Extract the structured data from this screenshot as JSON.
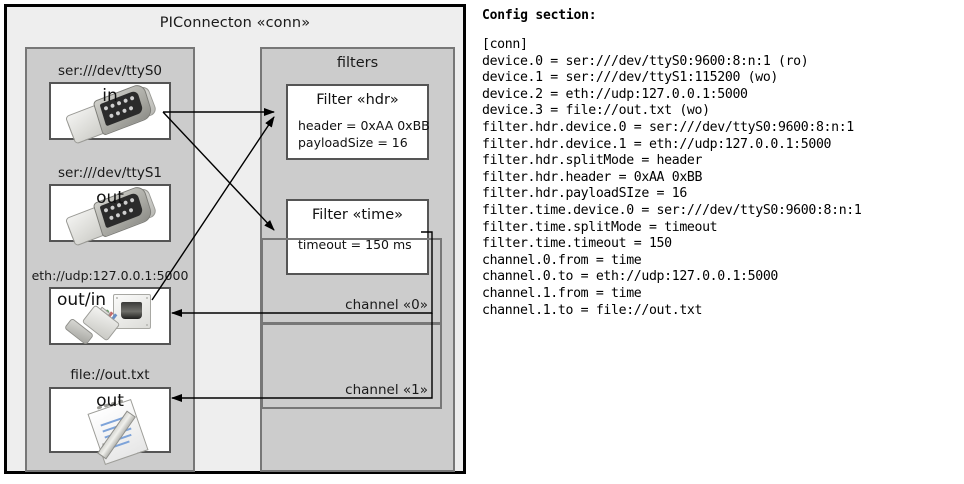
{
  "diagram": {
    "title": "PIConnecton «conn»",
    "devices_group": {
      "name": "devices-group",
      "items": [
        {
          "label": "ser:///dev/ttyS0",
          "direction": "in",
          "icon": "serial-db9-connector-icon"
        },
        {
          "label": "ser:///dev/ttyS1",
          "direction": "out",
          "icon": "serial-db9-connector-icon"
        },
        {
          "label": "eth://udp:127.0.0.1:5000",
          "direction": "out/in",
          "icon": "ethernet-jack-icon"
        },
        {
          "label": "file://out.txt",
          "direction": "out",
          "icon": "notepad-pencil-icon"
        }
      ]
    },
    "filters_group": {
      "title": "filters",
      "filters": [
        {
          "title": "Filter «hdr»",
          "props": [
            "header = 0xAA 0xBB",
            "payloadSize = 16"
          ]
        },
        {
          "title": "Filter «time»",
          "props": [
            "timeout = 150 ms"
          ]
        }
      ]
    },
    "channels": [
      {
        "label": "channel «0»"
      },
      {
        "label": "channel «1»"
      }
    ]
  },
  "config": {
    "heading": "Config section:",
    "lines": [
      "[conn]",
      "device.0 = ser:///dev/ttyS0:9600:8:n:1 (ro)",
      "device.1 = ser:///dev/ttyS1:115200 (wo)",
      "device.2 = eth://udp:127.0.0.1:5000",
      "device.3 = file://out.txt (wo)",
      "filter.hdr.device.0 = ser:///dev/ttyS0:9600:8:n:1",
      "filter.hdr.device.1 = eth://udp:127.0.0.1:5000",
      "filter.hdr.splitMode = header",
      "filter.hdr.header = 0xAA 0xBB",
      "filter.hdr.payloadSIze = 16",
      "filter.time.device.0 = ser:///dev/ttyS0:9600:8:n:1",
      "filter.time.splitMode = timeout",
      "filter.time.timeout = 150",
      "channel.0.from = time",
      "channel.0.to = eth://udp:127.0.0.1:5000",
      "channel.1.from = time",
      "channel.1.to = file://out.txt"
    ]
  },
  "colors": {
    "outer_border": "#000000",
    "outer_fill": "#eeeeee",
    "group_fill": "#cccccc",
    "group_border": "#777777",
    "card_fill": "#ffffff",
    "card_border": "#555555",
    "arrow": "#000000"
  }
}
